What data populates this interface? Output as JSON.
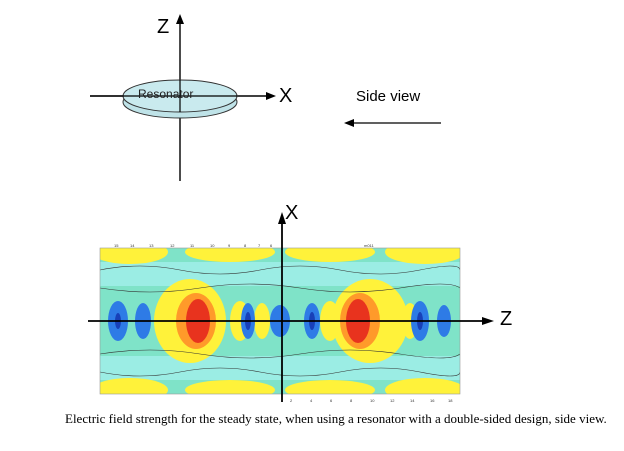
{
  "top_diagram": {
    "z_axis_label": "Z",
    "x_axis_label": "X",
    "resonator_label": "Resonator",
    "side_view_label": "Side view",
    "arrow_direction": "left"
  },
  "field_plot": {
    "x_axis_label": "X",
    "z_axis_label": "Z",
    "header_ticks": [
      "15",
      "14",
      "13",
      "12",
      "11",
      "10",
      "9",
      "8",
      "7",
      "6"
    ],
    "header_tag": "m011",
    "bottom_ticks": [
      "2",
      "4",
      "6",
      "8",
      "10",
      "12",
      "14",
      "16",
      "18"
    ],
    "colors": {
      "background": "#7FE3C8",
      "cyan": "#8FE8E0",
      "yellow": "#FFF23A",
      "orange": "#FF9A2A",
      "red": "#E8331E",
      "blue": "#2E7BE6",
      "dark_blue": "#1840B8"
    }
  },
  "caption": {
    "line1": "Electric field strength for the steady state, when using a resonator with a double-sided design, side view."
  }
}
